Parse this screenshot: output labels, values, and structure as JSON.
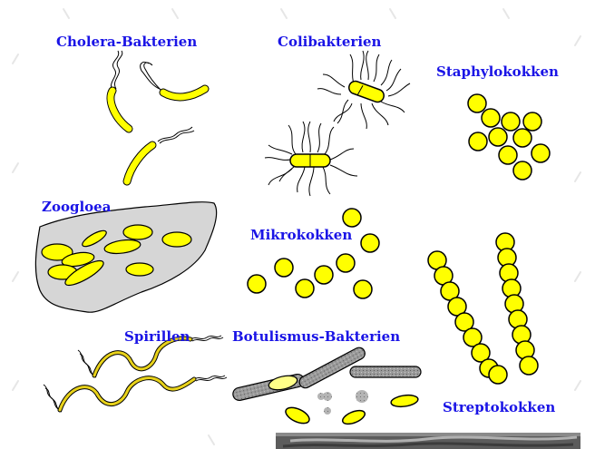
{
  "labels": {
    "cholera": "Cholera-Bakterien",
    "coli": "Colibakterien",
    "staph": "Staphylokokken",
    "zoogloea": "Zoogloea",
    "mikro": "Mikrokokken",
    "spirillen": "Spirillen",
    "botulismus": "Botulismus-Bakterien",
    "strepto": "Streptokokken"
  },
  "colors": {
    "cell_fill": "#ffff00",
    "outline": "#000000",
    "label": "#1a14e6",
    "spore_grey": "#a0a0a0",
    "zoogloea_mass": "#d6d6d6",
    "watermark": "#e6e6e6"
  }
}
